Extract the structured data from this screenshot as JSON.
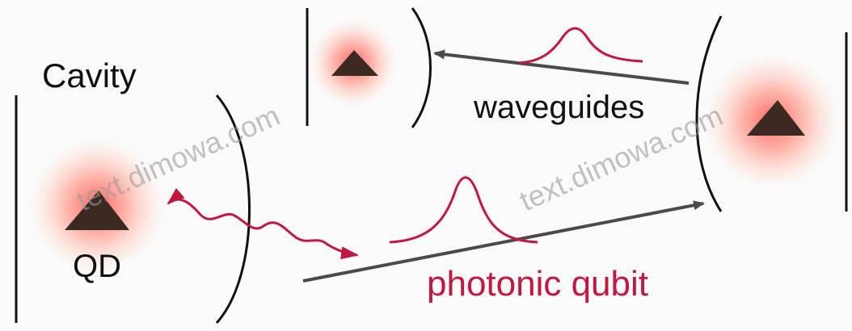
{
  "labels": {
    "cavity": "Cavity",
    "qd": "QD",
    "waveguides": "waveguides",
    "photonic_qubit": "photonic qubit"
  },
  "watermarks": [
    "text.dimowa.com",
    "text.dimowa.com"
  ],
  "colors": {
    "photon": "#c0183f",
    "label_red": "#c0183f",
    "arrow": "#4a4a4a",
    "mirror": "#111111",
    "qd_triangle": "#3a2a22",
    "glow": "#ff6a6a"
  }
}
